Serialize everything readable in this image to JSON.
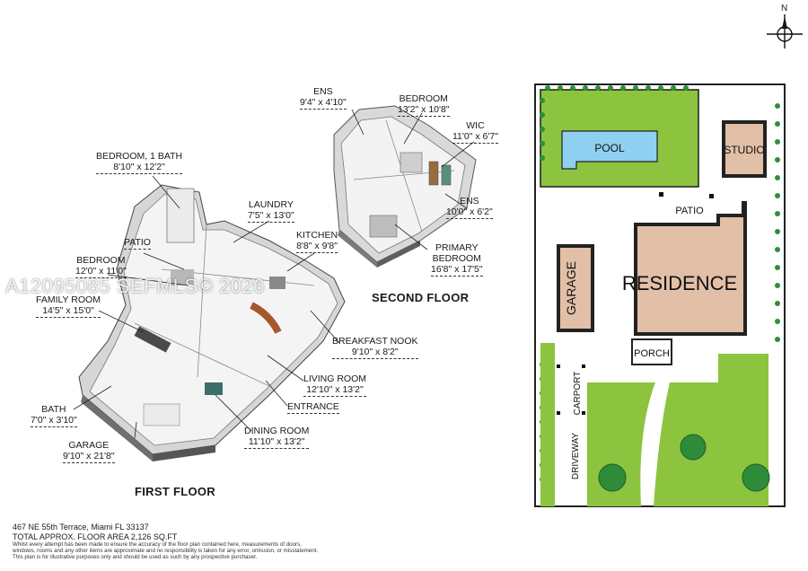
{
  "compass": {
    "north_label": "N"
  },
  "floors": {
    "first": "FIRST FLOOR",
    "second": "SECOND FLOOR"
  },
  "rooms": {
    "ens_upper": {
      "name": "ENS",
      "dim": "9'4\" x 4'10\""
    },
    "bedroom_upper": {
      "name": "BEDROOM",
      "dim": "13'2\" x 10'8\""
    },
    "wic": {
      "name": "WIC",
      "dim": "11'0\" x 6'7\""
    },
    "ens_right": {
      "name": "ENS",
      "dim": "10'0\" x 6'2\""
    },
    "primary_bedroom": {
      "name": "PRIMARY",
      "name2": "BEDROOM",
      "dim": "16'8\" x 17'5\""
    },
    "bedroom_1bath": {
      "name": "BEDROOM, 1 BATH",
      "dim": "8'10\" x 12'2\""
    },
    "laundry": {
      "name": "LAUNDRY",
      "dim": "7'5\" x 13'0\""
    },
    "kitchen": {
      "name": "KITCHEN",
      "dim": "8'8\" x 9'8\""
    },
    "patio": {
      "name": "PATIO"
    },
    "bedroom_first": {
      "name": "BEDROOM",
      "dim": "12'0\" x 11'0\""
    },
    "family_room": {
      "name": "FAMILY ROOM",
      "dim": "14'5\" x 15'0\""
    },
    "breakfast_nook": {
      "name": "BREAKFAST NOOK",
      "dim": "9'10\" x 8'2\""
    },
    "living_room": {
      "name": "LIVING ROOM",
      "dim": "12'10\" x 13'2\""
    },
    "entrance": {
      "name": "ENTRANCE"
    },
    "bath": {
      "name": "BATH",
      "dim": "7'0\" x 3'10\""
    },
    "dining_room": {
      "name": "DINING ROOM",
      "dim": "11'10\" x 13'2\""
    },
    "garage_first": {
      "name": "GARAGE",
      "dim": "9'10\" x 21'8\""
    }
  },
  "site": {
    "pool": "POOL",
    "studio": "STUDIO",
    "patio": "PATIO",
    "residence": "RESIDENCE",
    "garage": "GARAGE",
    "porch": "PORCH",
    "carport": "CARPORT",
    "driveway": "DRIVEWAY"
  },
  "colors": {
    "lawn": "#8cc43f",
    "pool": "#8fd0f2",
    "building": "#e2bfa7",
    "hedge": "#2f8f3a"
  },
  "footer": {
    "address": "467 NE 55th Terrace, Miami FL 33137",
    "area": "TOTAL APPROX. FLOOR AREA 2,126 SQ.FT",
    "disclaimer1": "Whilst every attempt has been made to ensure the accuracy of the floor plan contained here, measurements of doors,",
    "disclaimer2": "windows, rooms and any other items are approximate and no responsibility is taken for any error, omission, or misstatement.",
    "disclaimer3": "This plan is for illustrative purposes only and should be used as such by any prospective purchaser."
  },
  "watermark": "A12095085  SEFMLS© 2026"
}
